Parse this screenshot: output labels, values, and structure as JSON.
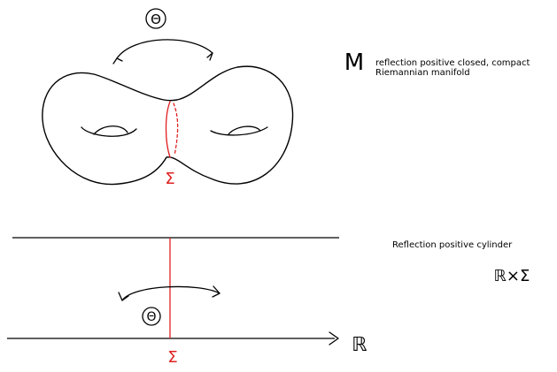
{
  "diagram": {
    "manifold": {
      "symbol": "M",
      "description_line1": "reflection positive closed, compact",
      "description_line2": "Riemannian manifold",
      "reflection_symbol": "Θ",
      "hypersurface_symbol": "Σ"
    },
    "cylinder": {
      "description": "Reflection positive cylinder",
      "formula": "ℝ×Σ",
      "reflection_symbol": "Θ",
      "hypersurface_symbol": "Σ",
      "axis_label": "ℝ"
    },
    "colors": {
      "ink": "#000000",
      "hypersurface": "#e02020"
    }
  }
}
